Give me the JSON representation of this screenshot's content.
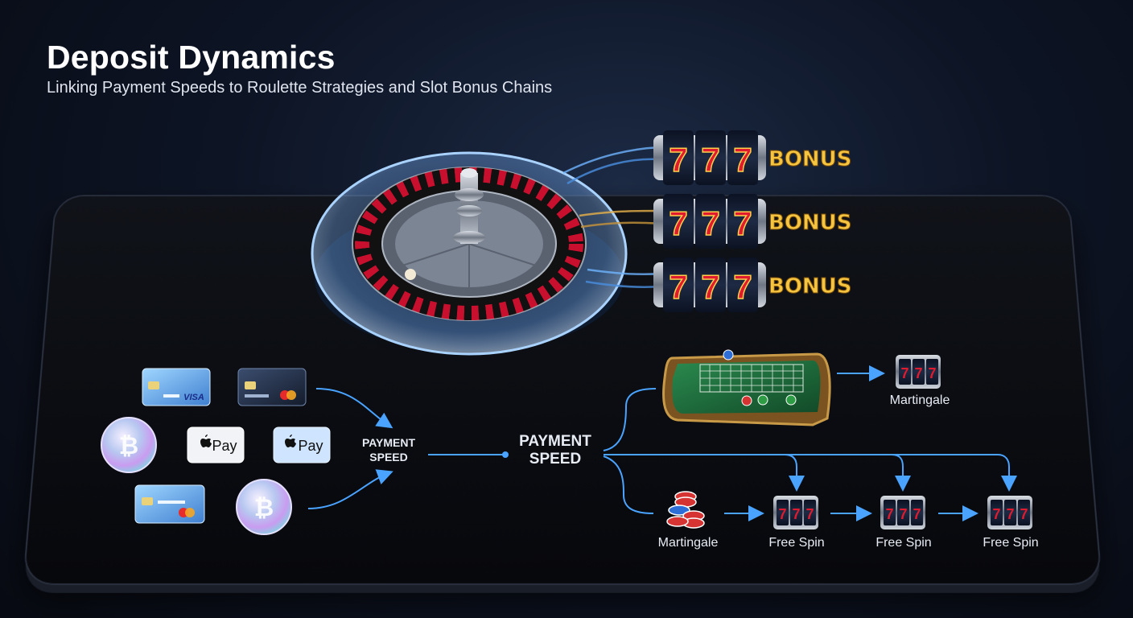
{
  "header": {
    "title": "Deposit Dynamics",
    "subtitle": "Linking Payment Speeds to Roulette Strategies and Slot Bonus Chains"
  },
  "payment_methods": {
    "card_brand_visa": "VISA",
    "apple_pay_label": "Pay",
    "icons": [
      "credit-card-icon",
      "bitcoin-coin-icon",
      "apple-pay-icon"
    ]
  },
  "nodes": {
    "payment_speed_small": "PAYMENT SPEED",
    "payment_speed_main": "PAYMENT SPEED"
  },
  "slots": {
    "reel_symbol": "7",
    "bonus_label": "BONUS"
  },
  "strategies": {
    "top_branch": "Martingale",
    "bottom_chain": [
      "Martingale",
      "Free Spin",
      "Free Spin",
      "Free Spin"
    ]
  },
  "colors": {
    "accent_blue": "#4aa3ff",
    "bonus_gold": "#f5c542",
    "roulette_red": "#c8102e",
    "felt_green": "#1d6b3a"
  }
}
